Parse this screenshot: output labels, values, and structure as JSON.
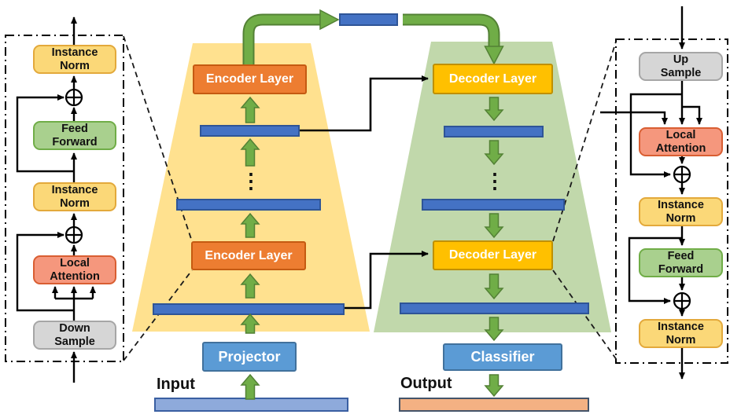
{
  "diagram": {
    "title_hint": "encoder-decoder transformer architecture",
    "input_label": "Input",
    "output_label": "Output",
    "projector_label": "Projector",
    "classifier_label": "Classifier",
    "encoder": {
      "layer1_label": "Encoder Layer",
      "layer2_label": "Encoder Layer",
      "ellipsis": "⋮"
    },
    "decoder": {
      "layer1_label": "Decoder Layer",
      "layer2_label": "Decoder Layer",
      "ellipsis": "⋮"
    },
    "left_panel": {
      "blocks": {
        "instance_norm_top": "Instance\nNorm",
        "feed_forward": "Feed\nForward",
        "instance_norm_mid": "Instance\nNorm",
        "local_attention": "Local\nAttention",
        "down_sample": "Down\nSample"
      }
    },
    "right_panel": {
      "blocks": {
        "up_sample": "Up\nSample",
        "local_attention": "Local\nAttention",
        "instance_norm_top": "Instance\nNorm",
        "feed_forward": "Feed\nForward",
        "instance_norm_bottom": "Instance\nNorm"
      }
    },
    "colors": {
      "encoder_layer_fill": "#ED7D31",
      "decoder_layer_fill": "#FFC000",
      "token_bar_fill": "#4472C4",
      "projector_classifier_fill": "#5B9BD5",
      "input_bar_fill": "#8EAADB",
      "output_bar_fill": "#F4B183",
      "encoder_funnel_fill": "#FFE18F",
      "decoder_funnel_fill": "#C1D8AB",
      "green_arrow_fill": "#70AD47",
      "instance_norm_fill": "#FBD878",
      "local_attention_fill": "#F5977D",
      "feed_forward_fill": "#A9D08E",
      "sample_fill": "#D6D6D6"
    }
  }
}
